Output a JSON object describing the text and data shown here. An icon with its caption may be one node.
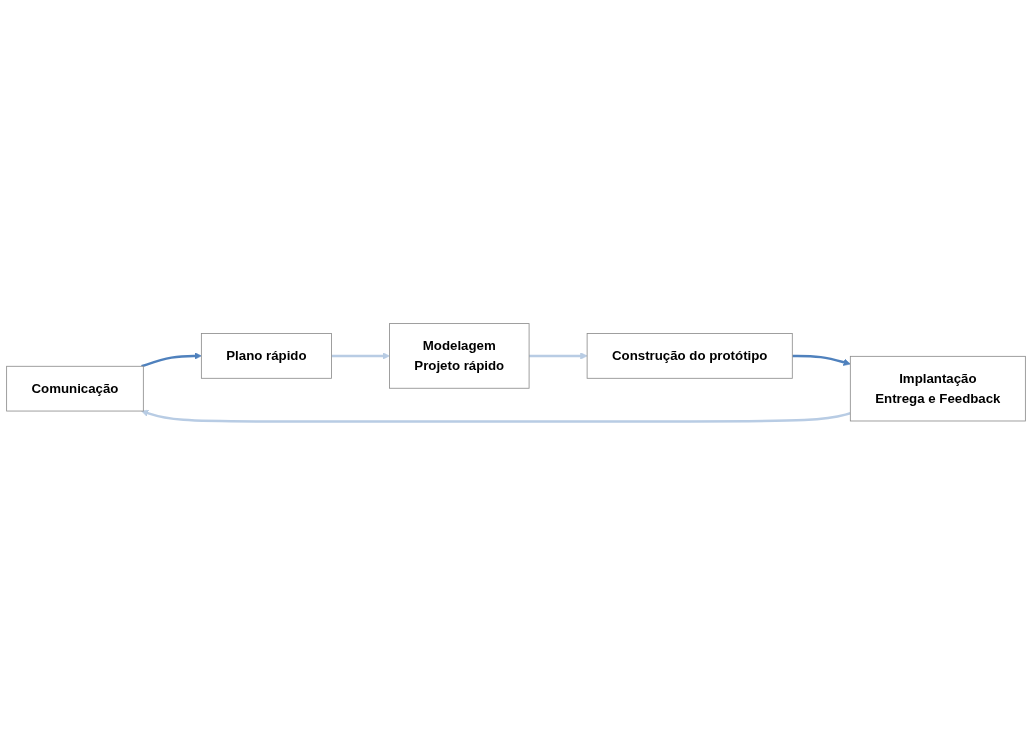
{
  "diagram": {
    "nodes": [
      {
        "text": [
          "Comunicação"
        ]
      },
      {
        "text": [
          "Plano rápido"
        ]
      },
      {
        "text": [
          "Modelagem",
          "Projeto rápido"
        ]
      },
      {
        "text": [
          "Construção do protótipo"
        ]
      },
      {
        "text": [
          "Implantação",
          "Entrega e Feedback"
        ]
      }
    ],
    "edges": [
      {
        "from": 0,
        "to": 1,
        "arrow": "to",
        "color": "#4f81bd"
      },
      {
        "from": 1,
        "to": 2,
        "arrow": "to",
        "color": "#b8cce4"
      },
      {
        "from": 2,
        "to": 3,
        "arrow": "to",
        "color": "#b8cce4"
      },
      {
        "from": 3,
        "to": 4,
        "arrow": "to",
        "color": "#4f81bd"
      },
      {
        "from": 4,
        "to": 0,
        "arrow": "to",
        "color": "#b8cce4"
      }
    ]
  }
}
